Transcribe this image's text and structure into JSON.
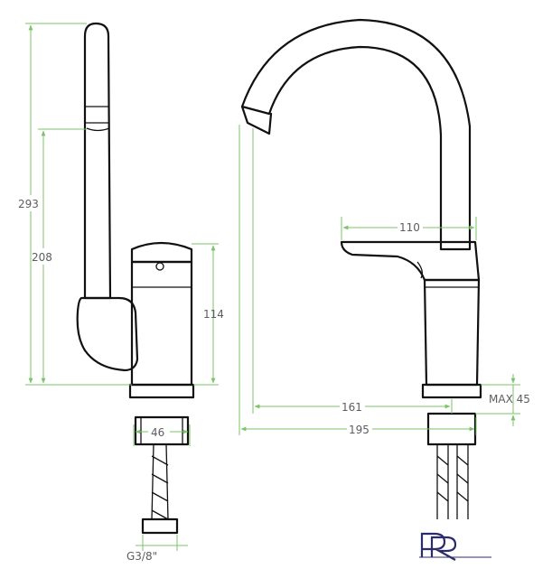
{
  "colors": {
    "outline": "#111111",
    "dimension_line": "#7cc36a",
    "dimension_text": "#5d5d5d",
    "background": "#ffffff"
  },
  "side_view": {
    "dimensions": {
      "total_height": "293",
      "spout_height": "208",
      "body_height": "114",
      "base_width": "46"
    },
    "connection_label": "G3/8\""
  },
  "front_view": {
    "dimensions": {
      "lever_length": "110",
      "spout_reach": "161",
      "overall_reach": "195",
      "max_deck_thickness": "MAX 45"
    }
  },
  "logo": {
    "text": "PR",
    "icon": "pr-logo-icon"
  }
}
